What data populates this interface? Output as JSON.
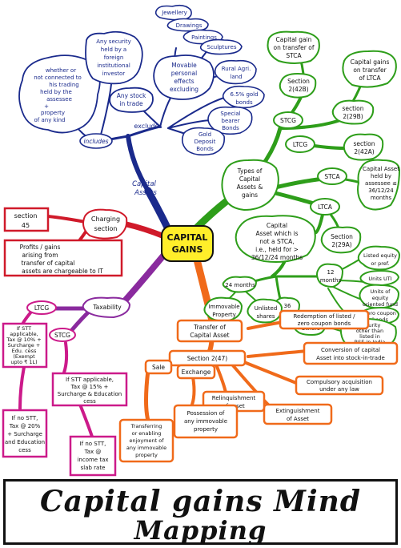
{
  "colors": {
    "blue": "#1a2a8c",
    "green": "#2e9e1a",
    "red": "#d01a2a",
    "purple": "#8a2a9e",
    "pink": "#cc1a8a",
    "orange": "#f06a1a",
    "center": "#ffee2a"
  },
  "center": "CAPITAL GAINS",
  "title": {
    "line1": "Capital gains Mind",
    "line2": "Mapping"
  },
  "blue": {
    "capital_assets": [
      "Capital",
      "Assets"
    ],
    "includes": "includes",
    "excludes": "excludes",
    "property": [
      "whether or",
      "not connected to",
      "his trading",
      "held by the",
      "assessee",
      "+",
      "property",
      "of any kind"
    ],
    "security": [
      "Any security",
      "held by a",
      "foreign",
      "institutional",
      "investor"
    ],
    "jewellery": "Jewellery",
    "drawings": "Drawings",
    "paintings": "Paintings",
    "sculptures": "Sculptures",
    "movable": [
      "Movable",
      "personal",
      "effects",
      "excluding"
    ],
    "stock": [
      "Any stock",
      "in trade"
    ],
    "rural": [
      "Rural Agri.",
      "land"
    ],
    "gold_bonds": [
      "6.5% gold",
      "bonds"
    ],
    "bearer": [
      "Special",
      "bearer",
      "Bonds"
    ],
    "deposit": [
      "Gold",
      "Deposit",
      "Bonds"
    ]
  },
  "green": {
    "types": [
      "Types of",
      "Capital",
      "Assets &",
      "gains"
    ],
    "gain_stca": [
      "Capital gain",
      "on transfer of",
      "STCA"
    ],
    "gain_ltca": [
      "Capital gains",
      "on transfer",
      "of LTCA"
    ],
    "s242b": [
      "Section",
      "2(42B)"
    ],
    "s229b": [
      "section",
      "2(29B)"
    ],
    "stcg": "STCG",
    "ltcg": "LTCG",
    "s242a": [
      "section",
      "2(42A)"
    ],
    "stca": "STCA",
    "ltca": "LTCA",
    "held": [
      "Capital Asset",
      "held by",
      "assessee ≤",
      "36/12/24",
      "months"
    ],
    "not_stca": [
      "Capital",
      "Asset which is",
      "not a STCA,",
      "i.e., held for >",
      "36/12/24 months"
    ],
    "s229a": [
      "Section",
      "2(29A)"
    ],
    "m24": "24 months",
    "m12": [
      "12",
      "months"
    ],
    "m36": [
      "36",
      "months"
    ],
    "immovable": [
      "Immovable",
      "Property"
    ],
    "unlisted": [
      "Unlisted",
      "shares"
    ],
    "listed_equity": [
      "Listed equity",
      "or pref."
    ],
    "uti": "Units UTI",
    "units_equity": [
      "Units of",
      "equity",
      "oriented fund"
    ],
    "zero": [
      "zero coupon",
      "bonds"
    ],
    "security_listed": [
      "Security",
      "other than",
      "listed in",
      "RSE in India"
    ],
    "others": "Others"
  },
  "red": {
    "charging": [
      "Charging",
      "section"
    ],
    "section45": [
      "section",
      "45"
    ],
    "profits": [
      "Profits / gains",
      "arising from",
      "transfer of capital",
      "assets are chargeable to IT"
    ]
  },
  "purple": {
    "taxability": "Taxability",
    "ltcg": "LTCG",
    "stcg": "STCG",
    "ltcg_stt": [
      "If STT",
      "applicable,",
      "Tax @ 10% +",
      "Surcharge +",
      "Edu. cess",
      "(Exempt",
      "upto ₹ 1L)"
    ],
    "ltcg_nostt": [
      "If no STT,",
      "Tax @ 20%",
      "+ Surcharge",
      "and Education",
      "cess"
    ],
    "stcg_stt": [
      "If STT applicable,",
      "Tax @ 15% +",
      "Surcharge & Education",
      "cess"
    ],
    "stcg_nostt": [
      "If no STT,",
      "Tax @",
      "income tax",
      "slab rate"
    ]
  },
  "orange": {
    "transfer": [
      "Transfer of",
      "Capital Asset"
    ],
    "section247": "Section 2(47)",
    "redemption": [
      "Redemption of listed /",
      "zero coupon bonds"
    ],
    "conversion": [
      "Conversion of capital",
      "Asset into stock-in-trade"
    ],
    "compulsory": [
      "Compulsory acquisition",
      "under any law"
    ],
    "extinguishment": [
      "Extinguishment",
      "of Asset"
    ],
    "relinquishment": [
      "Relinquishment",
      "of asset"
    ],
    "sale": "Sale",
    "exchange": "Exchange",
    "possession": [
      "Possession of",
      "any immovable",
      "property"
    ],
    "transferring": [
      "Transferring",
      "or enabling",
      "enjoyment of",
      "any immovable",
      "property"
    ]
  }
}
